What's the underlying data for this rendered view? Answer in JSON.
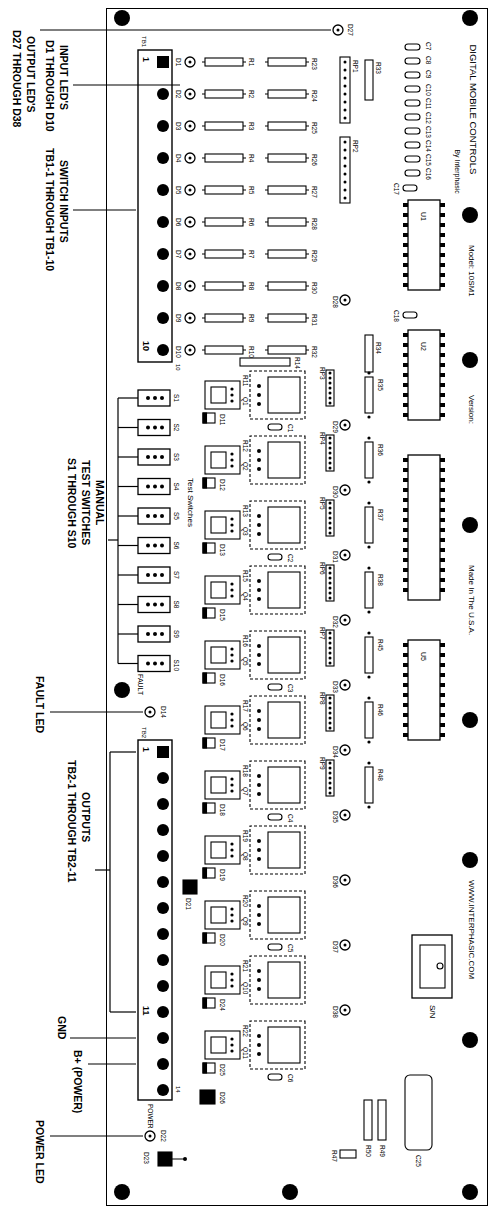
{
  "diagram": {
    "nodes": [
      {
        "text": [
          "DIGITAL MOBILE CONTROLS",
          "By Interphasic"
        ]
      }
    ],
    "labels": [
      "Model: 10SM1",
      "Version:",
      "Made In The U.S.A.",
      "WWW.INTERPHASIC.COM",
      "S/N",
      "OUTPUT LED'S",
      "D27 THROUGH D38",
      "INPUT LED'S",
      "D1 THROUGH D10",
      "SWITCH INPUTS",
      "TB1-1 THROUGH TB1-10",
      "MANUAL",
      "TEST SWITCHES",
      "S1 THROUGH S10",
      "FAULT LED",
      "OUTPUTS",
      "TB2-1 THROUGH TB2-11",
      "GND",
      "B+ (POWER)",
      "POWER LED",
      "Test Switches",
      "FAULT",
      "POWER",
      "TB1",
      "1",
      "10",
      "10",
      "TB2",
      "1",
      "11",
      "14",
      "D14",
      "D22",
      "D23",
      "D21",
      "D26",
      "R14",
      "R33",
      "R34",
      "D27",
      "D28",
      "RP1",
      "RP2",
      "U1",
      "U2",
      "U5",
      "C17",
      "C18",
      "C25",
      "R47",
      "R49",
      "R50",
      "D1",
      "D2",
      "D3",
      "D4",
      "D5",
      "D6",
      "D7",
      "D8",
      "D9",
      "D10",
      "R1",
      "R2",
      "R3",
      "R4",
      "R5",
      "R6",
      "R7",
      "R8",
      "R9",
      "R10",
      "R23",
      "R24",
      "R25",
      "R26",
      "R27",
      "R28",
      "R29",
      "R30",
      "R31",
      "R32",
      "C7",
      "C8",
      "C9",
      "C10",
      "C11",
      "C12",
      "C13",
      "C14",
      "C15",
      "C16",
      "S1",
      "S2",
      "S3",
      "S4",
      "S5",
      "S6",
      "S7",
      "S8",
      "S9",
      "S10",
      "Q1",
      "Q2",
      "Q3",
      "Q4",
      "Q5",
      "Q6",
      "Q7",
      "Q8",
      "Q9",
      "Q10",
      "Q11",
      "R11",
      "R12",
      "R13",
      "R15",
      "R16",
      "R17",
      "R18",
      "R19",
      "R20",
      "R21",
      "R22",
      "D11",
      "D12",
      "D13",
      "D15",
      "D16",
      "D17",
      "D18",
      "D19",
      "D20",
      "D24",
      "D25",
      "C1",
      "C2",
      "C3",
      "C4",
      "C5",
      "C6",
      "D29",
      "D30",
      "D31",
      "D32",
      "D33",
      "D34",
      "D35",
      "D36",
      "D37",
      "D38",
      "RP3",
      "RP4",
      "RP5",
      "RP6",
      "RP7",
      "RP8",
      "RP9",
      "R35",
      "R36",
      "R37",
      "R38",
      "R45",
      "R46",
      "R48"
    ]
  }
}
